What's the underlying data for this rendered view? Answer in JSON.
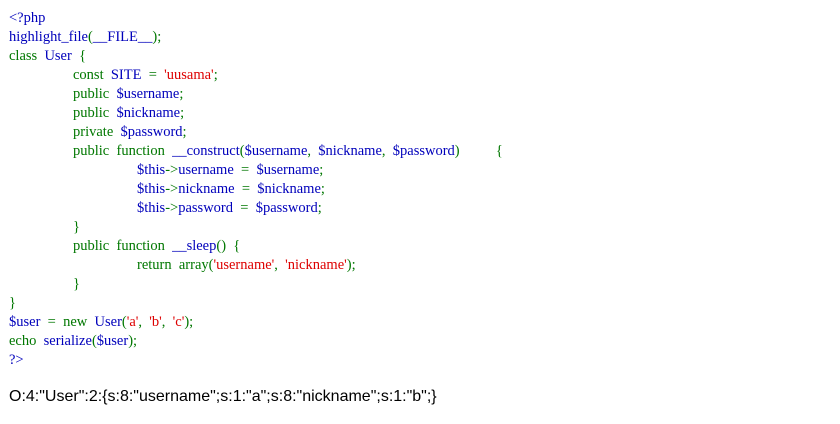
{
  "colors": {
    "default": "#0000BB",
    "keyword": "#007700",
    "string": "#DD0000",
    "background": "#FFFFFF",
    "output_text": "#000000"
  },
  "code_lines": [
    [
      {
        "t": "default",
        "v": "<?php"
      }
    ],
    [
      {
        "t": "default",
        "v": "highlight_file"
      },
      {
        "t": "keyword",
        "v": "("
      },
      {
        "t": "default",
        "v": "__FILE__"
      },
      {
        "t": "keyword",
        "v": ");"
      }
    ],
    [
      {
        "t": "keyword",
        "v": "class  "
      },
      {
        "t": "default",
        "v": "User  "
      },
      {
        "t": "keyword",
        "v": "{"
      }
    ],
    [
      {
        "t": "keyword",
        "v": "const  "
      },
      {
        "t": "default",
        "v": "SITE  "
      },
      {
        "t": "keyword",
        "v": "=  "
      },
      {
        "t": "string",
        "v": "'uusama'"
      },
      {
        "t": "keyword",
        "v": ";"
      }
    ],
    [
      {
        "t": "keyword",
        "v": "public  "
      },
      {
        "t": "default",
        "v": "$username"
      },
      {
        "t": "keyword",
        "v": ";"
      }
    ],
    [
      {
        "t": "keyword",
        "v": "public  "
      },
      {
        "t": "default",
        "v": "$nickname"
      },
      {
        "t": "keyword",
        "v": ";"
      }
    ],
    [
      {
        "t": "keyword",
        "v": "private  "
      },
      {
        "t": "default",
        "v": "$password"
      },
      {
        "t": "keyword",
        "v": ";"
      }
    ],
    [
      {
        "t": "keyword",
        "v": "public  function  "
      },
      {
        "t": "default",
        "v": "__construct"
      },
      {
        "t": "keyword",
        "v": "("
      },
      {
        "t": "default",
        "v": "$username"
      },
      {
        "t": "keyword",
        "v": ",  "
      },
      {
        "t": "default",
        "v": "$nickname"
      },
      {
        "t": "keyword",
        "v": ",  "
      },
      {
        "t": "default",
        "v": "$password"
      },
      {
        "t": "keyword",
        "v": ")          {"
      }
    ],
    [
      {
        "t": "default",
        "v": "$this"
      },
      {
        "t": "keyword",
        "v": "->"
      },
      {
        "t": "default",
        "v": "username  "
      },
      {
        "t": "keyword",
        "v": "=  "
      },
      {
        "t": "default",
        "v": "$username"
      },
      {
        "t": "keyword",
        "v": ";"
      }
    ],
    [
      {
        "t": "default",
        "v": "$this"
      },
      {
        "t": "keyword",
        "v": "->"
      },
      {
        "t": "default",
        "v": "nickname  "
      },
      {
        "t": "keyword",
        "v": "=  "
      },
      {
        "t": "default",
        "v": "$nickname"
      },
      {
        "t": "keyword",
        "v": ";"
      }
    ],
    [
      {
        "t": "default",
        "v": "$this"
      },
      {
        "t": "keyword",
        "v": "->"
      },
      {
        "t": "default",
        "v": "password  "
      },
      {
        "t": "keyword",
        "v": "=  "
      },
      {
        "t": "default",
        "v": "$password"
      },
      {
        "t": "keyword",
        "v": ";"
      }
    ],
    [
      {
        "t": "keyword",
        "v": "}"
      }
    ],
    [
      {
        "t": "keyword",
        "v": "public  function  "
      },
      {
        "t": "default",
        "v": "__sleep"
      },
      {
        "t": "keyword",
        "v": "()  {"
      }
    ],
    [
      {
        "t": "keyword",
        "v": "return  array("
      },
      {
        "t": "string",
        "v": "'username'"
      },
      {
        "t": "keyword",
        "v": ",  "
      },
      {
        "t": "string",
        "v": "'nickname'"
      },
      {
        "t": "keyword",
        "v": ");"
      }
    ],
    [
      {
        "t": "keyword",
        "v": "}"
      }
    ],
    [
      {
        "t": "keyword",
        "v": "}"
      }
    ],
    [
      {
        "t": "default",
        "v": "$user  "
      },
      {
        "t": "keyword",
        "v": "=  new  "
      },
      {
        "t": "default",
        "v": "User"
      },
      {
        "t": "keyword",
        "v": "("
      },
      {
        "t": "string",
        "v": "'a'"
      },
      {
        "t": "keyword",
        "v": ",  "
      },
      {
        "t": "string",
        "v": "'b'"
      },
      {
        "t": "keyword",
        "v": ",  "
      },
      {
        "t": "string",
        "v": "'c'"
      },
      {
        "t": "keyword",
        "v": ");"
      }
    ],
    [
      {
        "t": "keyword",
        "v": "echo  "
      },
      {
        "t": "default",
        "v": "serialize"
      },
      {
        "t": "keyword",
        "v": "("
      },
      {
        "t": "default",
        "v": "$user"
      },
      {
        "t": "keyword",
        "v": ");"
      }
    ],
    [
      {
        "t": "default",
        "v": "?>"
      }
    ]
  ],
  "output": "O:4:\"User\":2:{s:8:\"username\";s:1:\"a\";s:8:\"nickname\";s:1:\"b\";}"
}
